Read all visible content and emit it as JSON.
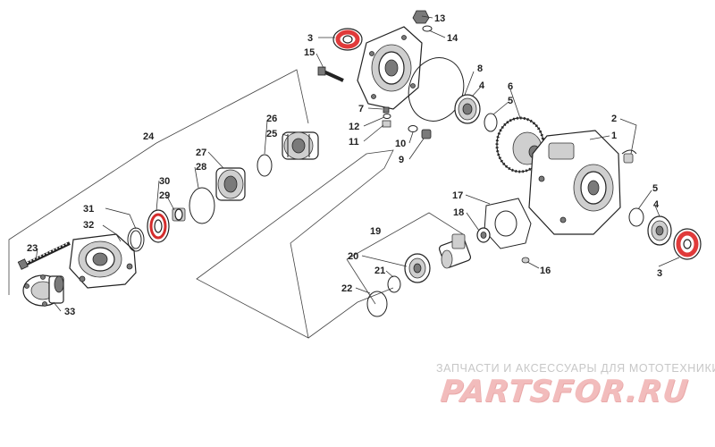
{
  "watermark": {
    "tagline": "ЗАПЧАСТИ И АКСЕССУАРЫ ДЛЯ МОТОТЕХНИКИ",
    "logo_text": "PARTSFOR.RU"
  },
  "callouts": {
    "c1": "1",
    "c2": "2",
    "c3a": "3",
    "c3b": "3",
    "c4a": "4",
    "c4b": "4",
    "c5a": "5",
    "c5b": "5",
    "c6": "6",
    "c7": "7",
    "c8": "8",
    "c9": "9",
    "c10": "10",
    "c11": "11",
    "c12": "12",
    "c13": "13",
    "c14": "14",
    "c15": "15",
    "c16": "16",
    "c17": "17",
    "c18": "18",
    "c19": "19",
    "c20": "20",
    "c21": "21",
    "c22": "22",
    "c23": "23",
    "c24": "24",
    "c25": "25",
    "c26": "26",
    "c27": "27",
    "c28": "28",
    "c29": "29",
    "c30": "30",
    "c31": "31",
    "c32": "32",
    "c33": "33"
  }
}
